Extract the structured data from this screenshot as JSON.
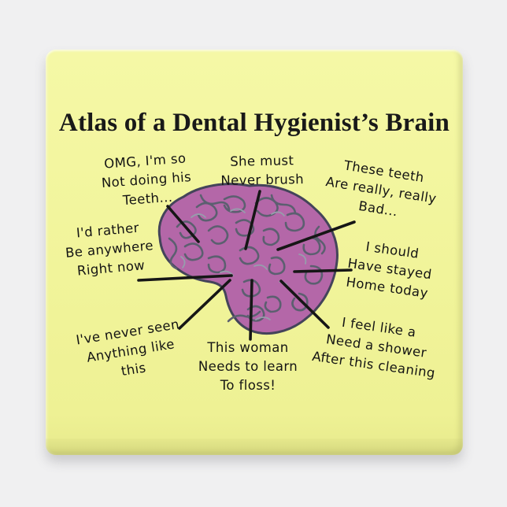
{
  "scene": {
    "description": "Product photo of a square magnet on a light gray background",
    "background_color": "#f0f0f1"
  },
  "magnet": {
    "face_color": "#f1f49a",
    "title": "Atlas of a Dental Hygienist’s Brain",
    "title_color": "#191919"
  },
  "brain": {
    "name": "cartoon-brain-side-view",
    "fill_color": "#b467a8",
    "outline_color": "#44445a",
    "gyri_color": "#5c5f70",
    "gyri_highlight_color": "#979dac",
    "leader_line_color": "#161616"
  },
  "labels": [
    {
      "id": "omg-not-doing-his-teeth",
      "lines": [
        "OMG, I'm so",
        "Not doing his",
        "Teeth..."
      ]
    },
    {
      "id": "she-must-never-brush",
      "lines": [
        "She must",
        "Never brush"
      ]
    },
    {
      "id": "these-teeth-really-bad",
      "lines": [
        "These teeth",
        "Are really, really",
        "Bad..."
      ]
    },
    {
      "id": "rather-be-anywhere",
      "lines": [
        "I'd rather",
        "Be anywhere",
        "Right now"
      ]
    },
    {
      "id": "should-have-stayed-home",
      "lines": [
        "I should",
        "Have stayed",
        "Home today"
      ]
    },
    {
      "id": "never-seen-anything-like",
      "lines": [
        "I've never seen",
        "Anything like",
        "this"
      ]
    },
    {
      "id": "woman-needs-to-floss",
      "lines": [
        "This woman",
        "Needs to learn",
        "To floss!"
      ]
    },
    {
      "id": "need-a-shower",
      "lines": [
        "I feel like a",
        "Need a shower",
        "After this cleaning"
      ]
    }
  ]
}
